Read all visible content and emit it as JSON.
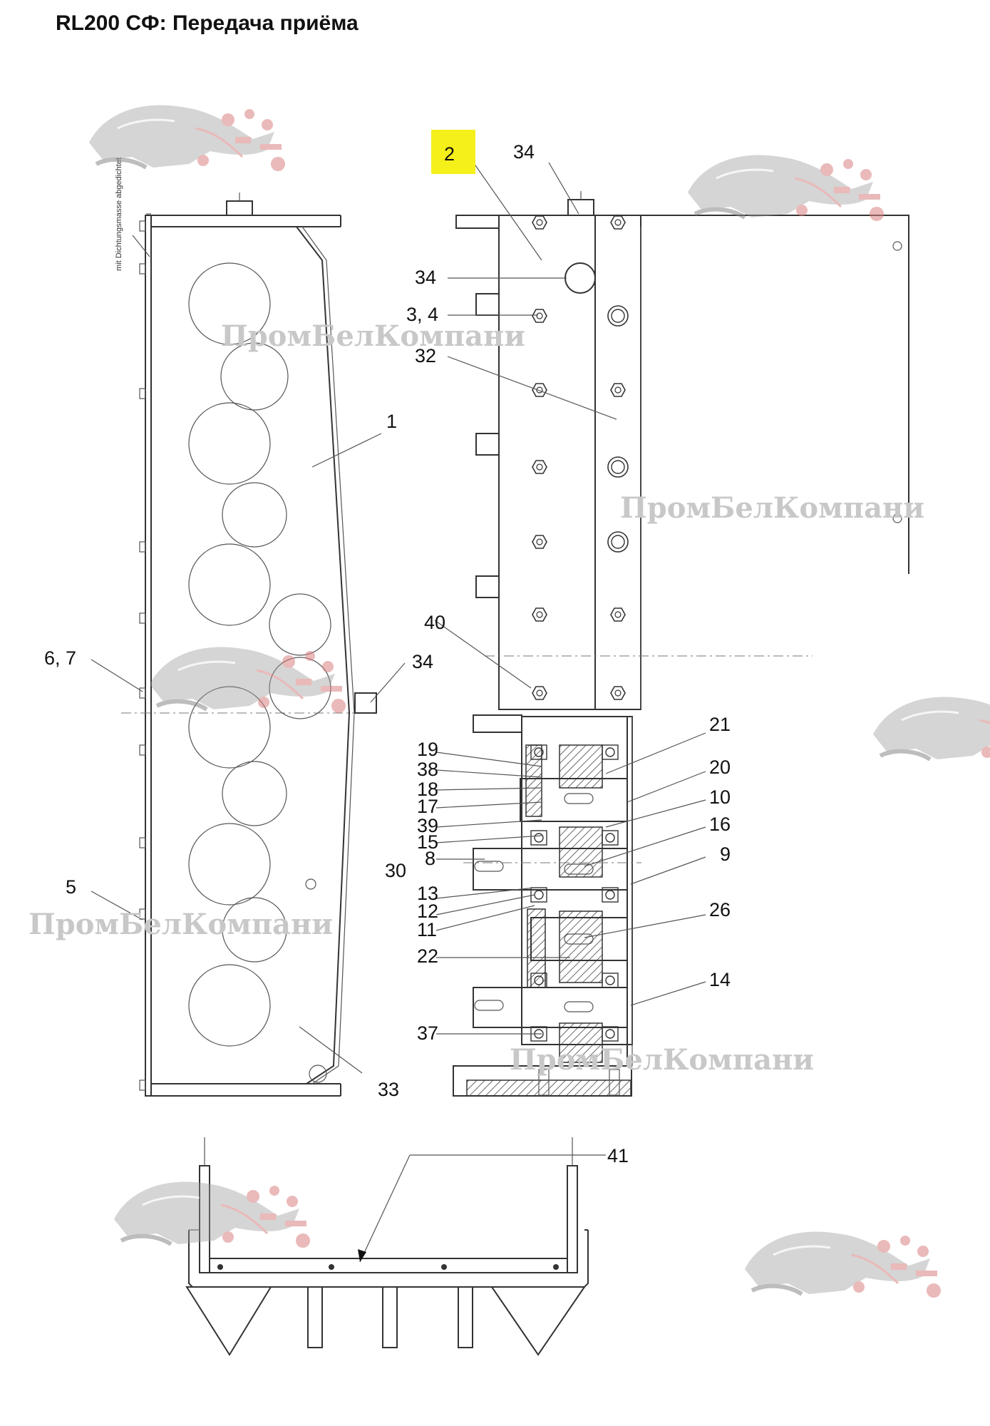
{
  "title": "RL200 СФ: Передача приёма",
  "highlight_label": "2",
  "side_text": "mit Dichtungsmasse abgedichtet",
  "watermark": "ПромБелКомпани",
  "callouts": {
    "c1": "1",
    "c2": "2",
    "c34a": "34",
    "c34b": "34",
    "c34c": "34",
    "c34": "3, 4",
    "c32": "32",
    "c40": "40",
    "c67": "6, 7",
    "c5": "5",
    "c33": "33",
    "c41": "41",
    "c19": "19",
    "c38": "38",
    "c18": "18",
    "c17": "17",
    "c39": "39",
    "c15": "15",
    "c8": "8",
    "c30": "30",
    "c13": "13",
    "c12": "12",
    "c11": "11",
    "c22": "22",
    "c37": "37",
    "c21": "21",
    "c20": "20",
    "c10": "10",
    "c16": "16",
    "c9": "9",
    "c26": "26",
    "c14": "14"
  },
  "colors": {
    "highlight": "#f5ef1a",
    "watermark": "#c8c8c8",
    "logo": "#d98080"
  }
}
